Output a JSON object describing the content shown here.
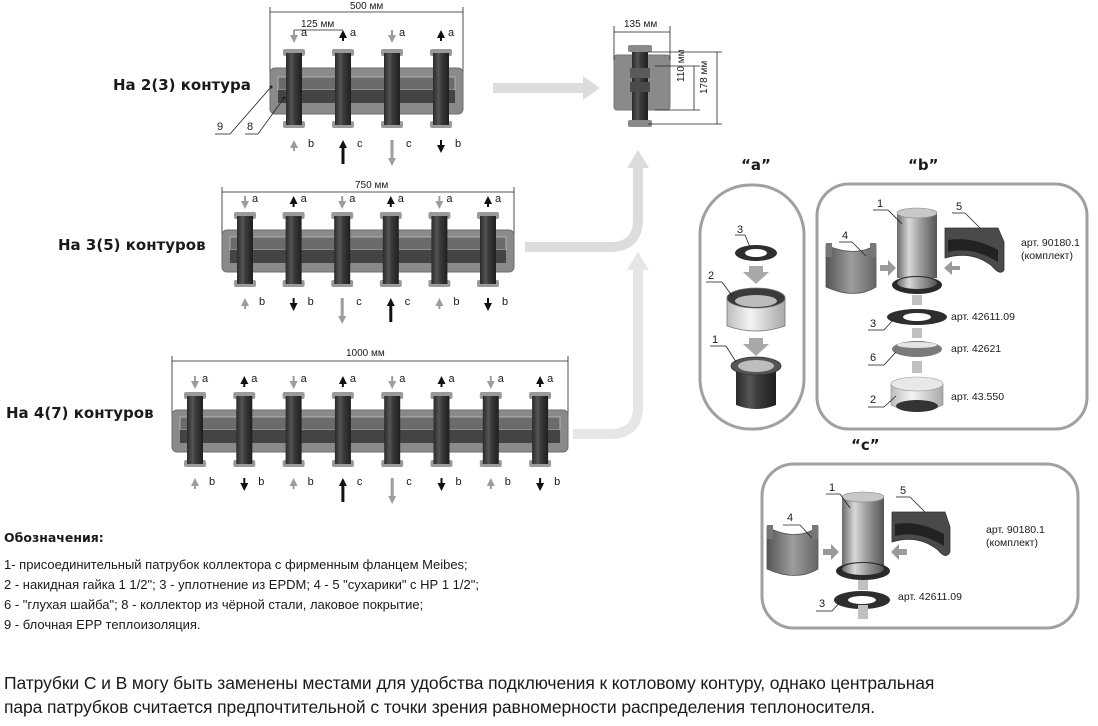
{
  "collectors": [
    {
      "title": "На 2(3) контура",
      "width_label": "500 мм",
      "pitch_label": "125 мм",
      "top_ports": [
        {
          "label": "a",
          "dir": "down",
          "tone": "grey"
        },
        {
          "label": "a",
          "dir": "up",
          "tone": "black"
        },
        {
          "label": "a",
          "dir": "down",
          "tone": "grey"
        },
        {
          "label": "a",
          "dir": "up",
          "tone": "black"
        }
      ],
      "bottom_ports": [
        {
          "label": "b",
          "dir": "up",
          "tone": "grey"
        },
        {
          "label": "c",
          "dir": "up",
          "tone": "black",
          "long": true
        },
        {
          "label": "c",
          "dir": "down",
          "tone": "grey",
          "long": true
        },
        {
          "label": "b",
          "dir": "down",
          "tone": "black"
        }
      ],
      "callouts": [
        "9",
        "8"
      ]
    },
    {
      "title": "На 3(5) контуров",
      "width_label": "750 мм",
      "top_ports": [
        {
          "label": "a",
          "dir": "down",
          "tone": "grey"
        },
        {
          "label": "a",
          "dir": "up",
          "tone": "black"
        },
        {
          "label": "a",
          "dir": "down",
          "tone": "grey"
        },
        {
          "label": "a",
          "dir": "up",
          "tone": "black"
        },
        {
          "label": "a",
          "dir": "down",
          "tone": "grey"
        },
        {
          "label": "a",
          "dir": "up",
          "tone": "black"
        }
      ],
      "bottom_ports": [
        {
          "label": "b",
          "dir": "up",
          "tone": "grey"
        },
        {
          "label": "b",
          "dir": "down",
          "tone": "black"
        },
        {
          "label": "c",
          "dir": "down",
          "tone": "grey",
          "long": true
        },
        {
          "label": "c",
          "dir": "up",
          "tone": "black",
          "long": true
        },
        {
          "label": "b",
          "dir": "up",
          "tone": "grey"
        },
        {
          "label": "b",
          "dir": "down",
          "tone": "black"
        }
      ]
    },
    {
      "title": "На 4(7) контуров",
      "width_label": "1000 мм",
      "top_ports": [
        {
          "label": "a",
          "dir": "down",
          "tone": "grey"
        },
        {
          "label": "a",
          "dir": "up",
          "tone": "black"
        },
        {
          "label": "a",
          "dir": "down",
          "tone": "grey"
        },
        {
          "label": "a",
          "dir": "up",
          "tone": "black"
        },
        {
          "label": "a",
          "dir": "down",
          "tone": "grey"
        },
        {
          "label": "a",
          "dir": "up",
          "tone": "black"
        },
        {
          "label": "a",
          "dir": "down",
          "tone": "grey"
        },
        {
          "label": "a",
          "dir": "up",
          "tone": "black"
        }
      ],
      "bottom_ports": [
        {
          "label": "b",
          "dir": "up",
          "tone": "grey"
        },
        {
          "label": "b",
          "dir": "down",
          "tone": "black"
        },
        {
          "label": "b",
          "dir": "up",
          "tone": "grey"
        },
        {
          "label": "c",
          "dir": "up",
          "tone": "black",
          "long": true
        },
        {
          "label": "c",
          "dir": "down",
          "tone": "grey",
          "long": true
        },
        {
          "label": "b",
          "dir": "down",
          "tone": "black"
        },
        {
          "label": "b",
          "dir": "up",
          "tone": "grey"
        },
        {
          "label": "b",
          "dir": "down",
          "tone": "black"
        }
      ]
    }
  ],
  "side_view": {
    "depth_label": "135 мм",
    "height_inner_label": "110 мм",
    "height_outer_label": "178 мм"
  },
  "details": {
    "a": {
      "title": "“a”",
      "parts": [
        "3",
        "2",
        "1"
      ]
    },
    "b": {
      "title": "“b”",
      "parts": [
        "1",
        "5",
        "4",
        "3",
        "6",
        "2"
      ],
      "articles": {
        "kit": "арт. 90180.1",
        "kit_note": "(комплект)",
        "seal": "арт. 42611.09",
        "blind_washer": "арт. 42621",
        "nut": "арт. 43.550"
      }
    },
    "c": {
      "title": "“c”",
      "parts": [
        "1",
        "5",
        "4",
        "3"
      ],
      "articles": {
        "kit": "арт. 90180.1",
        "kit_note": "(комплект)",
        "seal": "арт. 42611.09"
      }
    }
  },
  "legend": {
    "title": "Обозначения:",
    "lines": [
      "1- присоединительный патрубок коллектора с фирменным фланцем Meibes;",
      "2 - накидная гайка 1 1/2\"; 3 - уплотнение из EPDM; 4 - 5 \"сухарики\" с НР 1 1/2\";",
      "6 - \"глухая шайба\"; 8 - коллектор из чёрной стали, лаковое покрытие;",
      "9 - блочная EPP теплоизоляция."
    ]
  },
  "note": {
    "lines": [
      "Патрубки С и В могу быть заменены местами для удобства подключения к котловому контуру, однако центральная",
      "пара патрубков считается предпочтительной с точки зрения равномерности распределения теплоносителя."
    ]
  },
  "colors": {
    "insulation": "#8a8a8a",
    "pipe": "#3c3c3c",
    "flange": "#9a9a9a",
    "arrow_grey": "#9d9d9d",
    "arrow_black": "#111111",
    "flow_arrow": "#dcdcdc",
    "frame": "#a0a0a0"
  }
}
